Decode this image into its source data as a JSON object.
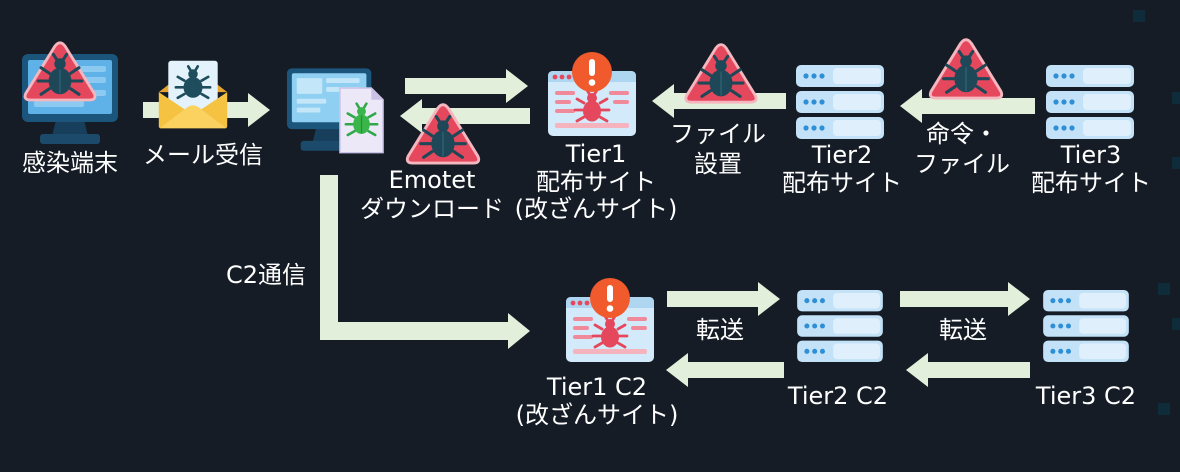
{
  "colors": {
    "background": "#151c26",
    "arrow": "#e2efda",
    "text": "#ffffff",
    "warning": "#e5485c",
    "alert": "#f05a2c"
  },
  "icons": {
    "infected_host": "monitor-icon",
    "mail": "envelope-bug-icon",
    "downloader": "monitor-document-bug-icon",
    "warning": "warning-bug-icon",
    "site": "browser-alert-bug-icon",
    "server": "server-stack-icon"
  },
  "nodes": {
    "infected_host": {
      "label": "感染端末"
    },
    "mail_receive": {
      "label": "メール受信"
    },
    "emotet_download": {
      "line1": "Emotet",
      "line2": "ダウンロード"
    },
    "tier1_distribution": {
      "line1": "Tier1",
      "line2": "配布サイト",
      "line3": "(改ざんサイト)"
    },
    "file_placement": {
      "line1": "ファイル",
      "line2": "設置"
    },
    "tier2_distribution": {
      "line1": "Tier2",
      "line2": "配布サイト"
    },
    "command_file": {
      "line1": "命令・",
      "line2": "ファイル"
    },
    "tier3_distribution": {
      "line1": "Tier3",
      "line2": "配布サイト"
    },
    "c2_communication": {
      "label": "C2通信"
    },
    "tier1_c2": {
      "line1": "Tier1 C2",
      "line2": "(改ざんサイト)"
    },
    "forward_1": {
      "label": "転送"
    },
    "tier2_c2": {
      "label": "Tier2 C2"
    },
    "forward_2": {
      "label": "転送"
    },
    "tier3_c2": {
      "label": "Tier3 C2"
    }
  }
}
